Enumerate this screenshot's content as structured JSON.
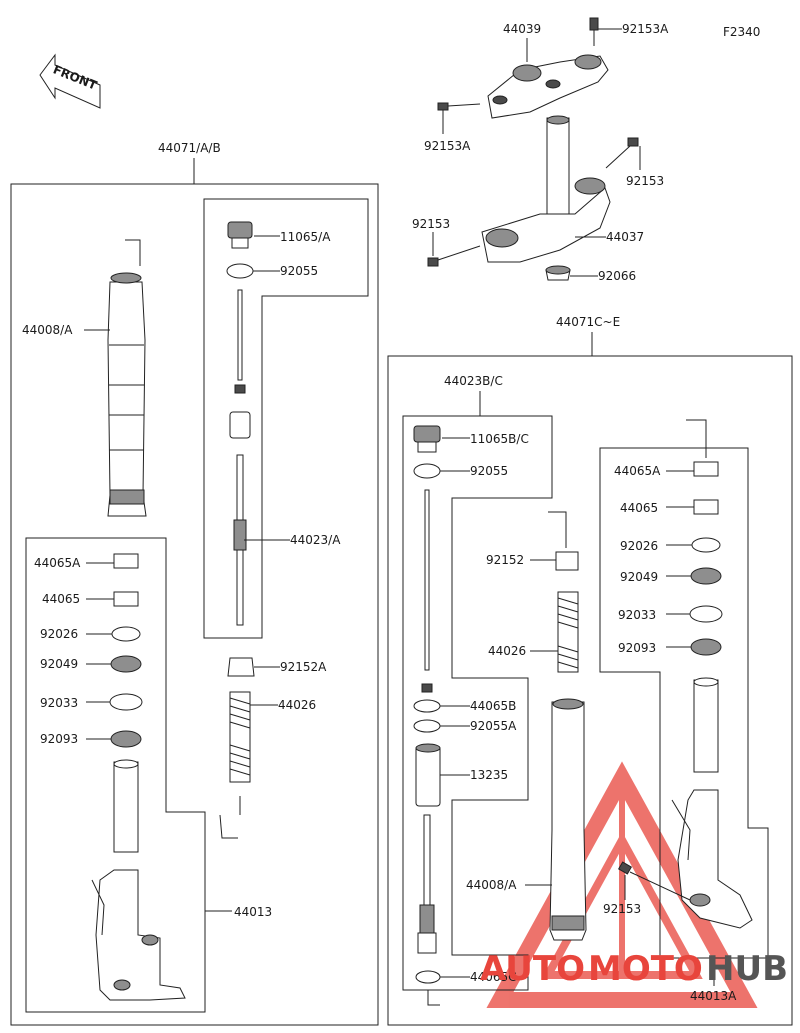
{
  "diagram_code": "F2340",
  "front_label": "FRONT",
  "groups": {
    "left_assembly": "44071/A/B",
    "right_assembly": "44071C~E",
    "left_damper": "44023/A",
    "right_damper": "44023B/C"
  },
  "top": {
    "upper_bracket": "44039",
    "bolt_top_right": "92153A",
    "bolt_top_left": "92153A",
    "bolt_stem_right": "92153",
    "bolt_stem_left": "92153",
    "stem_bracket": "44037",
    "stem_cap": "92066"
  },
  "left": {
    "outer_tube": "44008/A",
    "cap": "11065/A",
    "oring": "92055",
    "damper": "44023/A",
    "nut": "92152A",
    "spring": "44026",
    "bush_a": "44065A",
    "bush": "44065",
    "washer": "92026",
    "seal": "92049",
    "clip": "92033",
    "dust_seal": "92093",
    "inner_tube": "44013"
  },
  "right": {
    "cap": "11065B/C",
    "oring": "92055",
    "nut": "92152",
    "spring": "44026",
    "bush_b": "44065B",
    "oring_a": "92055A",
    "collar": "13235",
    "outer_tube": "44008/A",
    "bush_c": "44065C",
    "bush_a": "44065A",
    "bush": "44065",
    "washer": "92026",
    "seal": "92049",
    "clip": "92033",
    "dust_seal": "92093",
    "axle_bolt": "92153",
    "inner_tube": "44013A"
  },
  "watermark": {
    "part1": "AUTO",
    "part2": "MOTO",
    "part3": "HUB",
    "color_red": "#e8453c",
    "color_gray": "#555555"
  }
}
